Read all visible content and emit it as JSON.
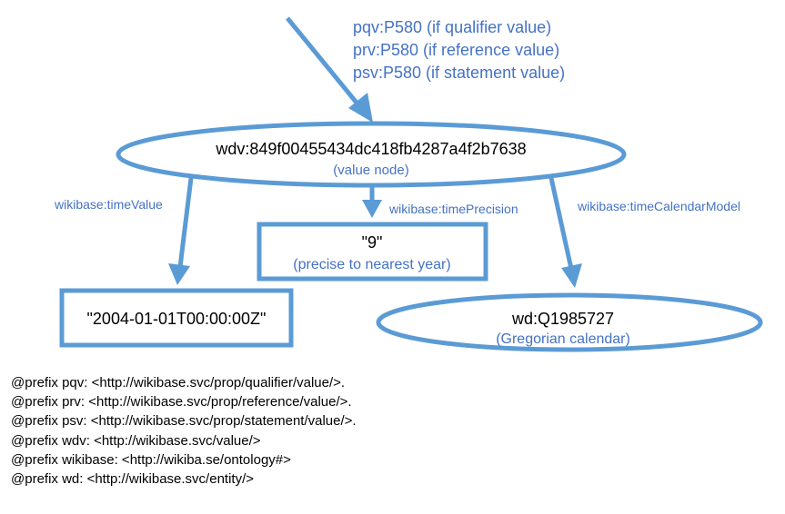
{
  "incoming_labels": [
    "pqv:P580 (if qualifier value)",
    "prv:P580 (if reference value)",
    "psv:P580 (if statement value)"
  ],
  "value_node": {
    "id": "wdv:849f00455434dc418fb4287a4f2b7638",
    "note": "(value node)"
  },
  "edges": {
    "time_value": "wikibase:timeValue",
    "time_precision": "wikibase:timePrecision",
    "time_calendar_model": "wikibase:timeCalendarModel"
  },
  "precision_node": {
    "value": "\"9\"",
    "note": "(precise to nearest year)"
  },
  "time_node": {
    "value": "\"2004-01-01T00:00:00Z\""
  },
  "calendar_node": {
    "id": "wd:Q1985727",
    "note": "(Gregorian calendar)"
  },
  "prefixes": [
    "@prefix pqv: <http://wikibase.svc/prop/qualifier/value/>.",
    "@prefix prv: <http://wikibase.svc/prop/reference/value/>.",
    "@prefix psv: <http://wikibase.svc/prop/statement/value/>.",
    "@prefix wdv: <http://wikibase.svc/value/>",
    "@prefix wikibase: <http://wikiba.se/ontology#>",
    "@prefix wd: <http://wikibase.svc/entity/>"
  ],
  "colors": {
    "stroke": "#5B9BD5",
    "label": "#4472C4",
    "text": "#000000"
  }
}
